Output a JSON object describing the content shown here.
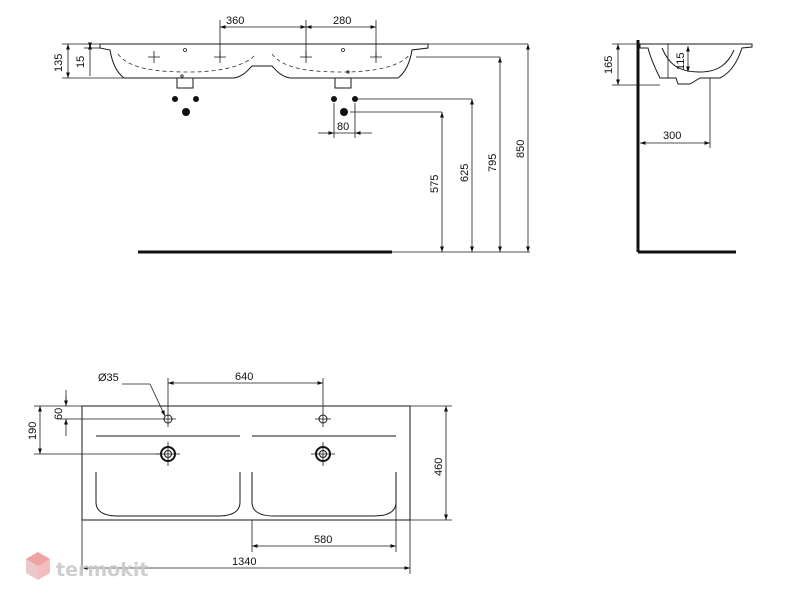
{
  "watermark": "termokit",
  "front_view": {
    "dims": {
      "tap_spacing_a": "360",
      "tap_spacing_b": "280",
      "rim_height": "135",
      "rim_lip": "15",
      "waste_offset": "80",
      "waste_height": "575",
      "supply_height": "625",
      "overflow_height": "795",
      "top_height": "850"
    }
  },
  "side_view": {
    "dims": {
      "depth_height": "165",
      "bowl_depth": "115",
      "projection": "300"
    }
  },
  "plan_view": {
    "dims": {
      "hole_diameter": "Ø35",
      "hole_spacing": "640",
      "hole_offset": "60",
      "waste_offset": "190",
      "width": "460",
      "bowl_width": "580",
      "length": "1340"
    }
  }
}
